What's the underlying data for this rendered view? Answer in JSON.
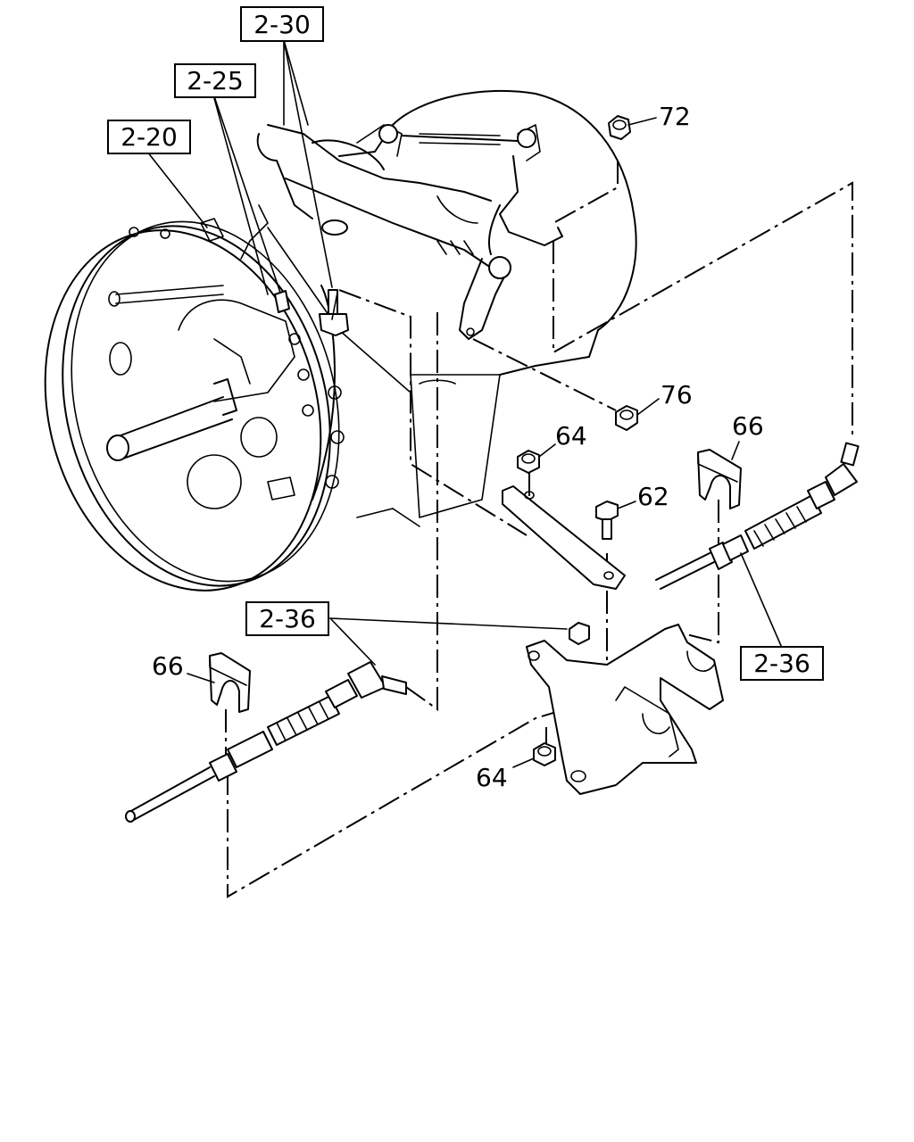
{
  "diagram": {
    "references": {
      "ref_2_30": "2-30",
      "ref_2_25": "2-25",
      "ref_2_20": "2-20",
      "ref_2_36_left": "2-36",
      "ref_2_36_right": "2-36"
    },
    "parts": {
      "p72": "72",
      "p76": "76",
      "p64_top": "64",
      "p66_right": "66",
      "p62": "62",
      "p66_left": "66",
      "p64_bottom": "64"
    }
  }
}
